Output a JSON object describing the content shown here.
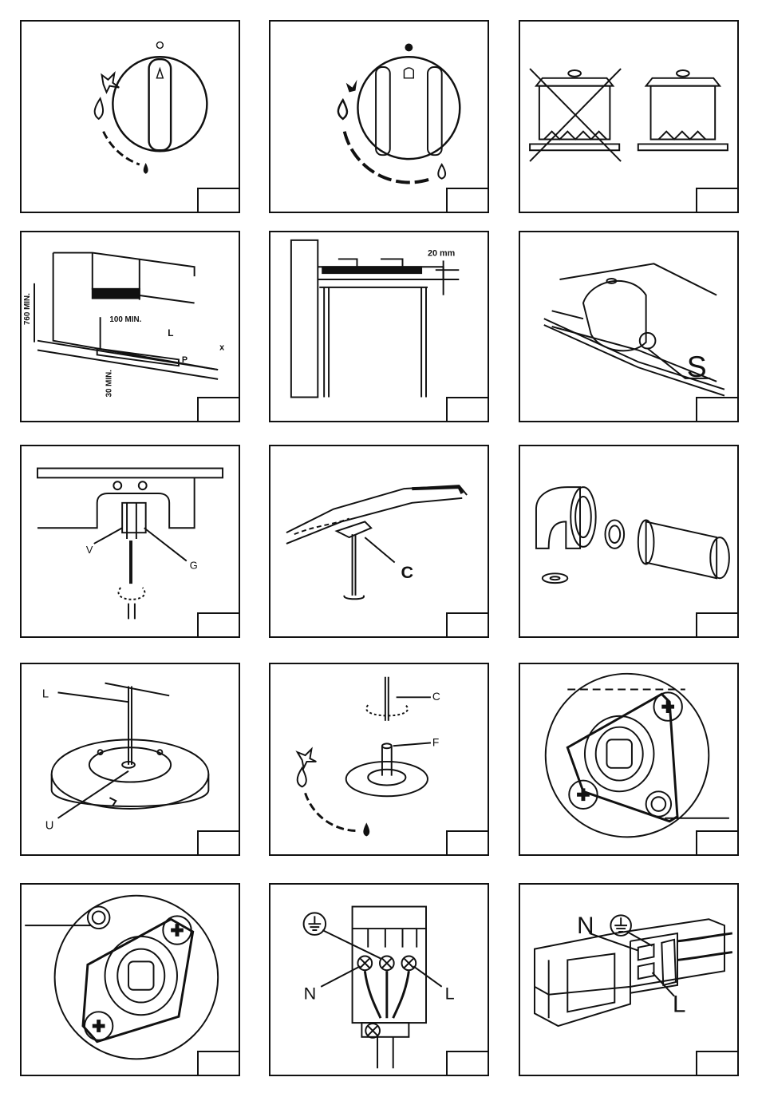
{
  "panel4": {
    "h_label": "760 MIN.",
    "side_label": "100 MIN.",
    "l_label": "L",
    "x_label": "x",
    "p_label": "P",
    "below_label": "30 MIN."
  },
  "panel5": {
    "gap_label": "20 mm"
  },
  "panel6": {
    "s_label": "S"
  },
  "panel7": {
    "v_label": "V",
    "g_label": "G"
  },
  "panel8": {
    "c_label": "C"
  },
  "panel10": {
    "l_label": "L",
    "u_label": "U"
  },
  "panel11": {
    "c_label": "C",
    "f_label": "F"
  },
  "panel14": {
    "n_label": "N",
    "l_label": "L"
  },
  "panel15": {
    "n_label": "N",
    "l_label": "L"
  }
}
